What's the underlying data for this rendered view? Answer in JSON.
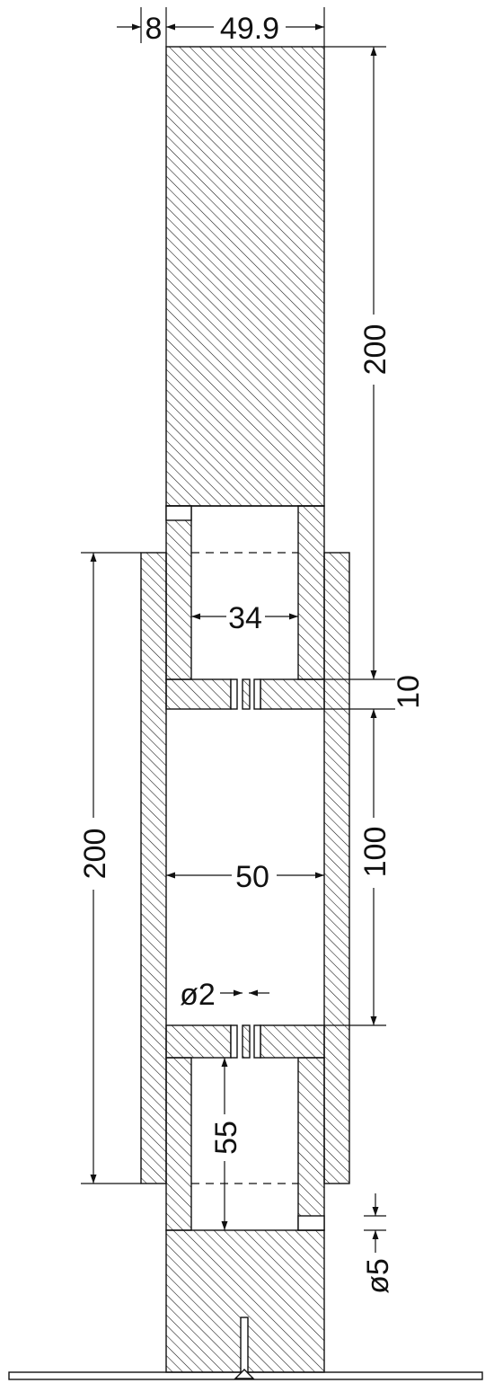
{
  "dimensions": {
    "wall_thickness": "8",
    "outer_width": "49.9",
    "top_rod_length": "200",
    "cup_inner_width": "34",
    "plate_thickness": "10",
    "tube_length": "200",
    "chamber_inner_width": "50",
    "chamber_length": "100",
    "hole_diameter": "ø2",
    "lower_cup_depth": "55",
    "pin_diameter": "ø5"
  },
  "colors": {
    "background": "#ffffff",
    "line": "#111111",
    "hatch_fill": "#ffffff"
  }
}
